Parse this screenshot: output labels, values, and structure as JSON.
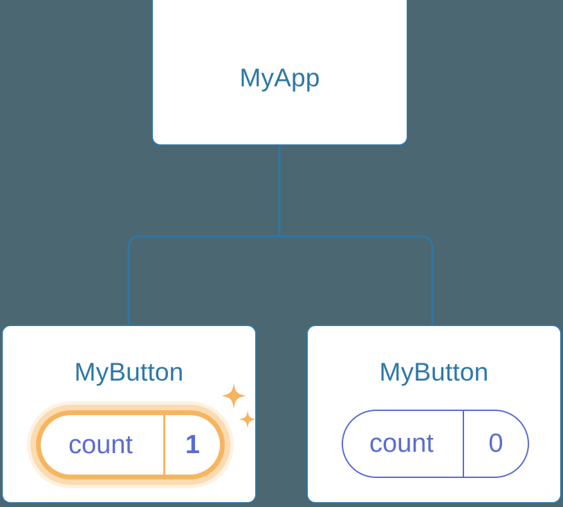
{
  "background_color": "#4b6771",
  "accent_colors": {
    "card_border": "#2e77a6",
    "title_text": "#2e77a6",
    "state_purple": "#5b6bd4",
    "highlight_orange": "#f7b55f",
    "highlight_glow": "#fbddb0",
    "card_fill": "#ffffff"
  },
  "tree": {
    "root": {
      "title": "MyApp"
    },
    "children": [
      {
        "title": "MyButton",
        "highlighted": true,
        "state": {
          "key": "count",
          "value": "1"
        },
        "sparkle_icons": [
          "sparkle-large-icon",
          "sparkle-small-icon"
        ]
      },
      {
        "title": "MyButton",
        "highlighted": false,
        "state": {
          "key": "count",
          "value": "0"
        }
      }
    ]
  }
}
